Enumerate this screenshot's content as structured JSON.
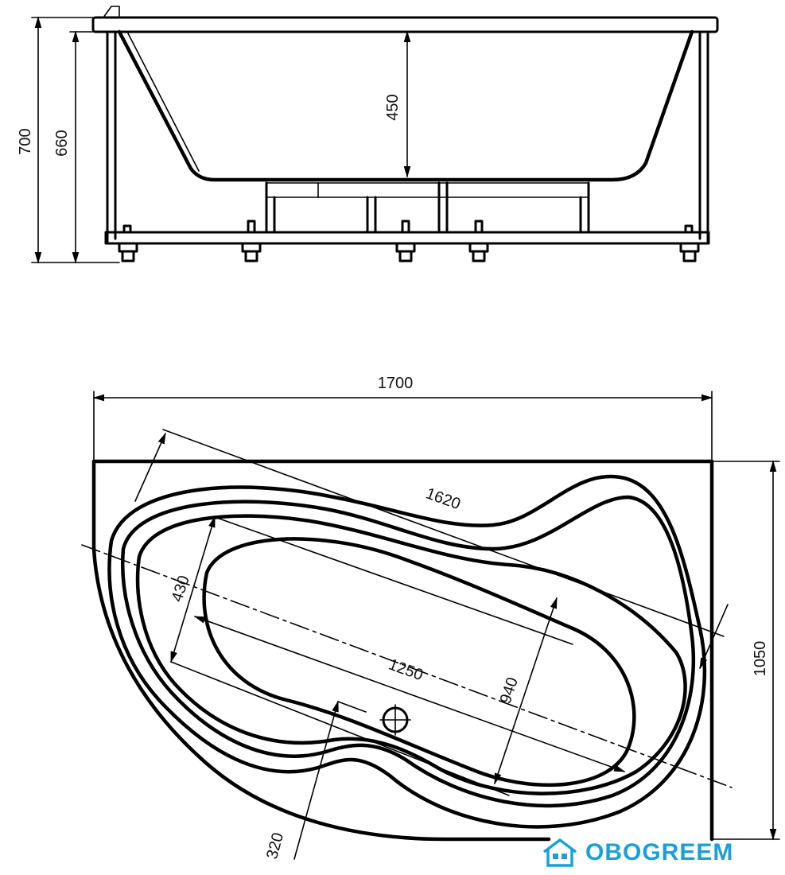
{
  "side_view": {
    "dim_height_total": "700",
    "dim_height_frame": "660",
    "dim_depth": "450"
  },
  "top_view": {
    "dim_length": "1700",
    "dim_width": "1050",
    "dim_inner_length": "1620",
    "dim_bottom_length": "1250",
    "dim_bottom_width": "430",
    "dim_inner_width": "940",
    "dim_drain_offset": "320"
  },
  "watermark": {
    "brand": "OBOGREEM",
    "icon": "house-icon",
    "color": "#1aa0d8"
  }
}
